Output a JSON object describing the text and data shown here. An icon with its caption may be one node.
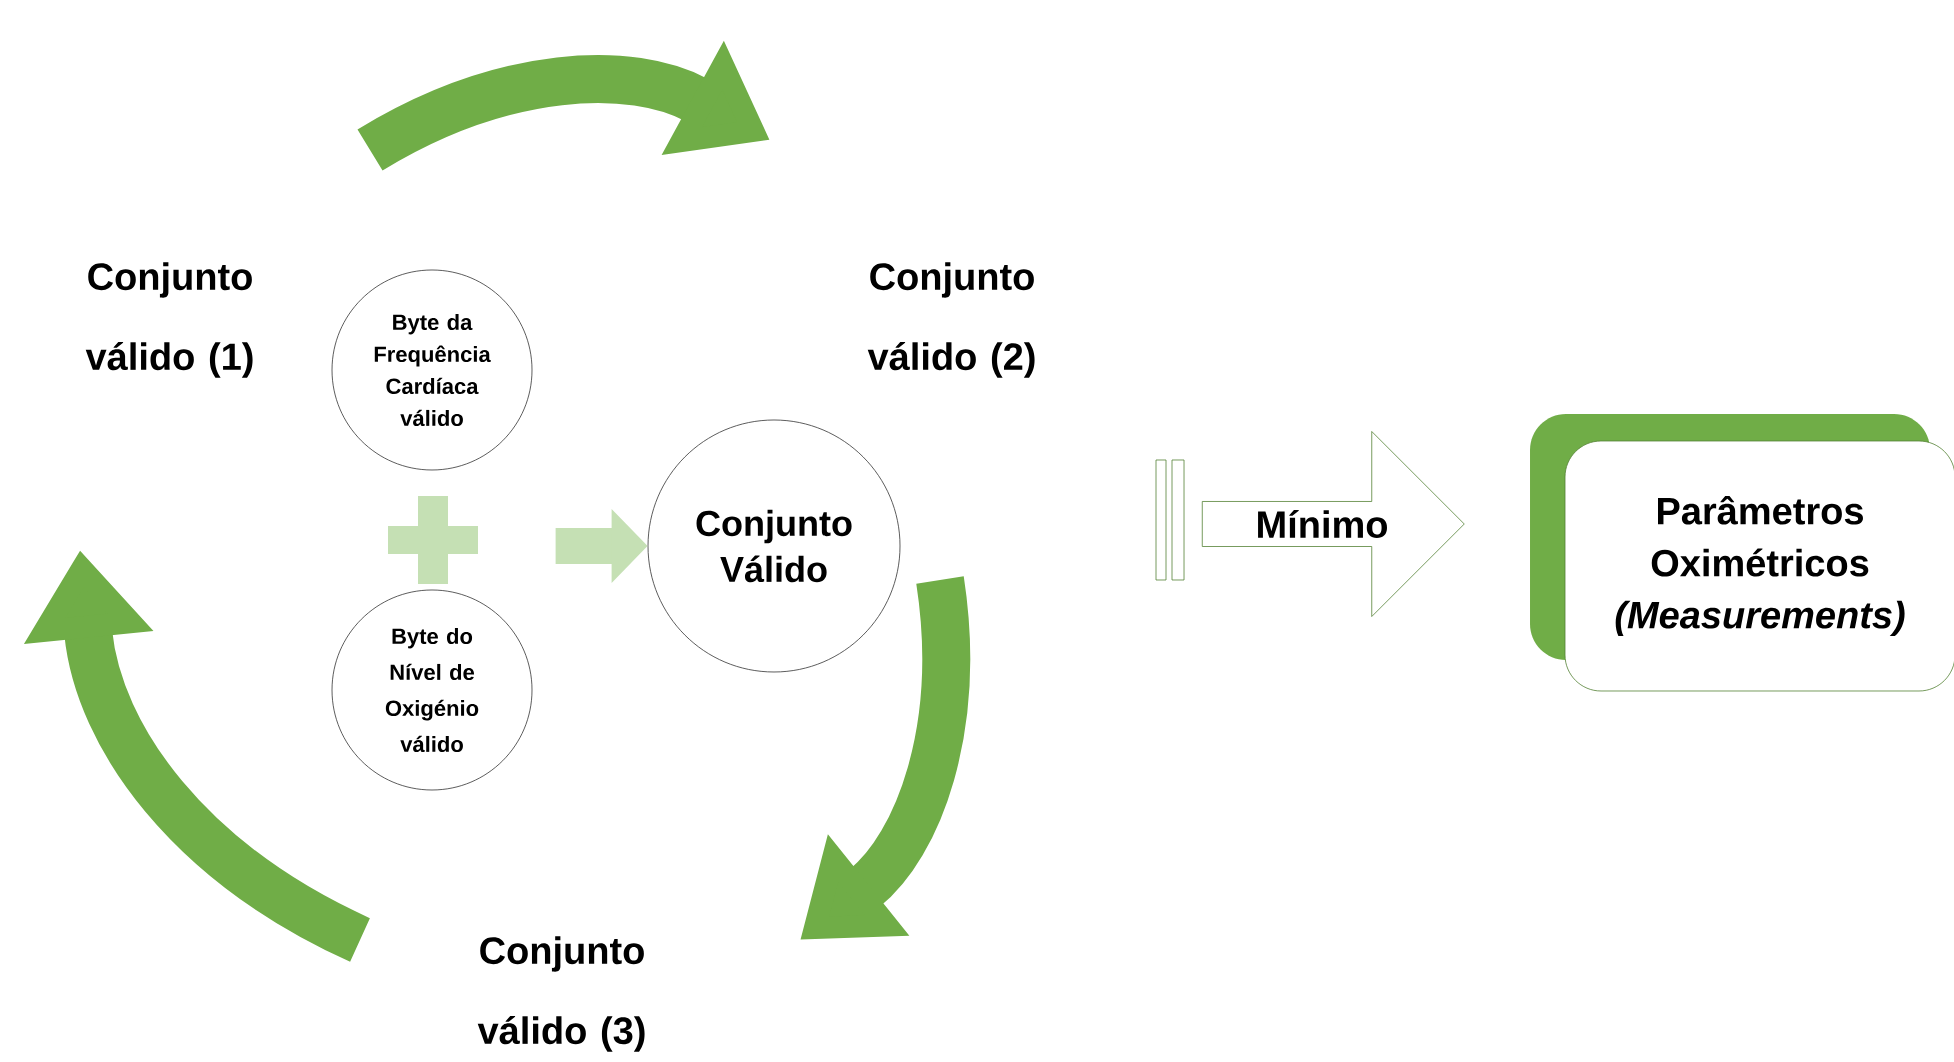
{
  "diagram": {
    "nodes": [
      {
        "text": [
          "Conjunto válido (1)"
        ]
      },
      {
        "text": [
          "Conjunto válido (2)"
        ]
      },
      {
        "text": [
          "Conjunto válido (3)"
        ]
      },
      {
        "text": [
          "Byte da Frequência Cardíaca válido"
        ]
      },
      {
        "text": [
          "Byte do Nível de Oxigénio válido"
        ]
      },
      {
        "text": [
          "Conjunto Válido"
        ]
      },
      {
        "text": [
          "Mínimo"
        ]
      },
      {
        "text": [
          "Parâmetros Oximétricos *(Measurements)*"
        ]
      }
    ],
    "edges": [
      {
        "from": null,
        "to": 5,
        "arrow": "to",
        "color": "#c5e0b4"
      }
    ]
  }
}
